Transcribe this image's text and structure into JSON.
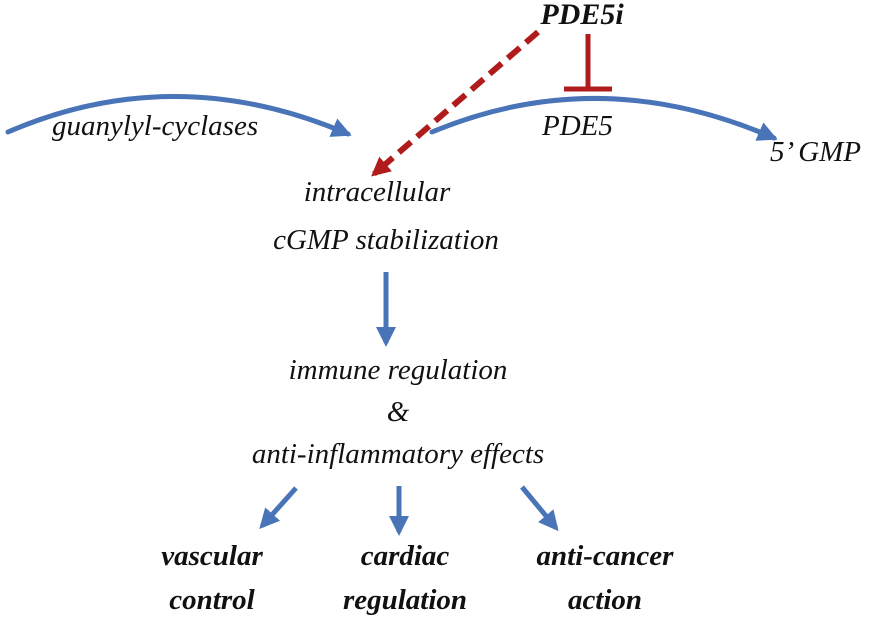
{
  "colors": {
    "activation_arrow": "#4a74b8",
    "inhibitor": "#b01c1c",
    "text": "#111111",
    "background": "#ffffff"
  },
  "labels": {
    "pde5i": "PDE5i",
    "guanylyl_cyclases": "guanylyl-cyclases",
    "pde5": "PDE5",
    "five_gmp": "5’ GMP",
    "stabilization_line1": "intracellular",
    "stabilization_line2": "cGMP stabilization",
    "immune_line1": "immune regulation",
    "immune_line2": "&",
    "immune_line3": "anti-inflammatory effects",
    "vascular_line1": "vascular",
    "vascular_line2": "control",
    "cardiac_line1": "cardiac",
    "cardiac_line2": "regulation",
    "cancer_line1": "anti-cancer",
    "cancer_line2": "action"
  }
}
